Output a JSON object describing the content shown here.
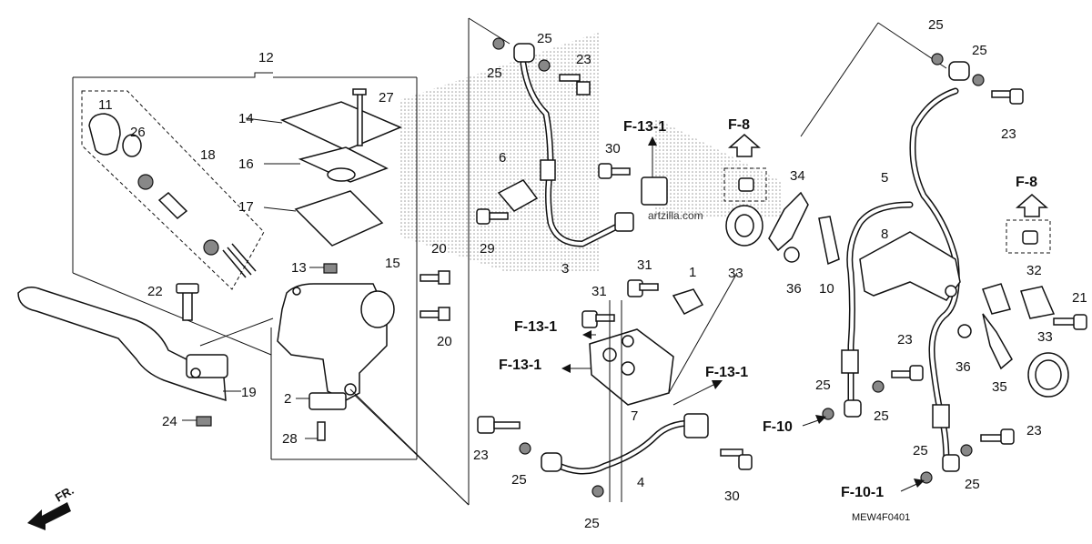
{
  "diagram": {
    "watermark": "artzilla.com",
    "diagram_code": "MEW4F0401",
    "front_marker": "FR.",
    "part_numbers": {
      "p1": "1",
      "p2": "2",
      "p3": "3",
      "p4": "4",
      "p5": "5",
      "p6": "6",
      "p7": "7",
      "p8": "8",
      "p10": "10",
      "p11": "11",
      "p12": "12",
      "p13": "13",
      "p14": "14",
      "p15": "15",
      "p16": "16",
      "p17": "17",
      "p18": "18",
      "p19": "19",
      "p20": "20",
      "p21": "21",
      "p22": "22",
      "p23": "23",
      "p24": "24",
      "p25": "25",
      "p26": "26",
      "p27": "27",
      "p28": "28",
      "p29": "29",
      "p30": "30",
      "p31": "31",
      "p32": "32",
      "p33": "33",
      "p34": "34",
      "p35": "35",
      "p36": "36"
    },
    "references": {
      "f8": "F-8",
      "f10": "F-10",
      "f10_1": "F-10-1",
      "f13_1": "F-13-1"
    }
  }
}
